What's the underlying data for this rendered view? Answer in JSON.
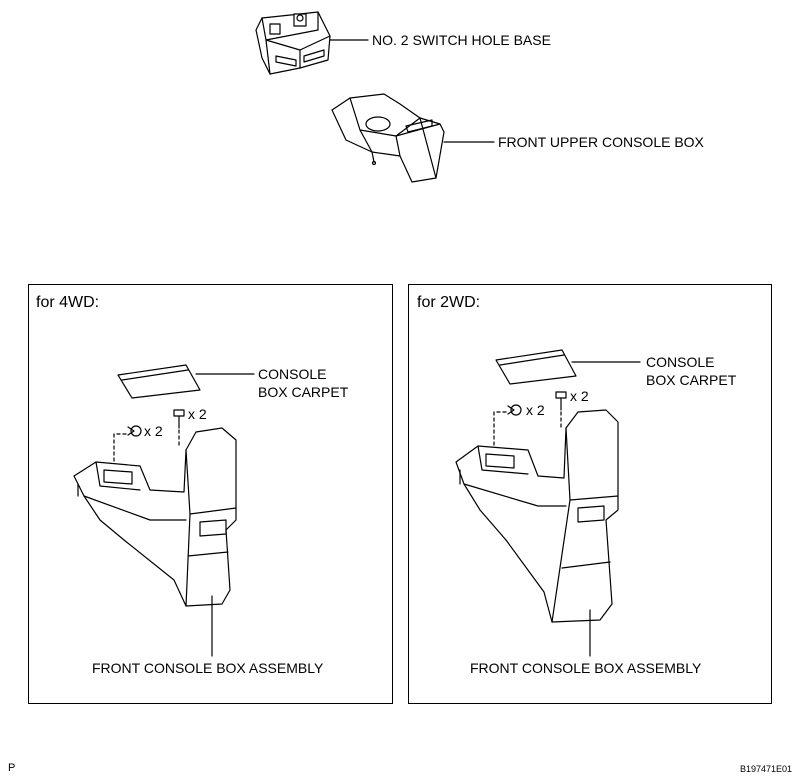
{
  "labels": {
    "switch_hole_base": "NO. 2 SWITCH HOLE BASE",
    "front_upper_console_box": "FRONT UPPER CONSOLE BOX"
  },
  "panels": [
    {
      "title": "for 4WD:",
      "carpet_line1": "CONSOLE",
      "carpet_line2": "BOX CARPET",
      "bolt_a": "x 2",
      "bolt_b": "x 2",
      "assembly": "FRONT CONSOLE BOX ASSEMBLY"
    },
    {
      "title": "for 2WD:",
      "carpet_line1": "CONSOLE",
      "carpet_line2": "BOX CARPET",
      "bolt_a": "x 2",
      "bolt_b": "x 2",
      "assembly": "FRONT CONSOLE BOX ASSEMBLY"
    }
  ],
  "footer": {
    "left_mark": "P",
    "code": "B197471E01"
  }
}
